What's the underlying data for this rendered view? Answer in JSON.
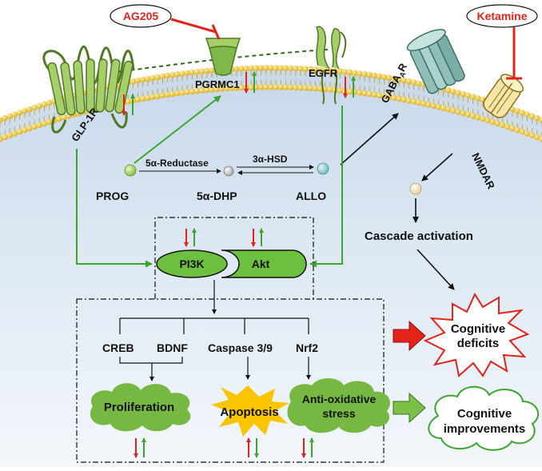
{
  "labels": {
    "ag205": "AG205",
    "ketamine": "Ketamine",
    "pgrmc1": "PGRMC1",
    "egfr": "EGFR",
    "glp1r": "GLP-1R",
    "gabaar_base": "GABA",
    "gabaar_sub": "A",
    "gabaar_tail": "R",
    "nmdar": "NMDAR",
    "prog": "PROG",
    "dhp": "5α-DHP",
    "allo": "ALLO",
    "reductase": "5α-Reductase",
    "hsd": "3α-HSD",
    "cascade": "Cascade activation",
    "pi3k": "PI3K",
    "akt": "Akt",
    "creb": "CREB",
    "bdnf": "BDNF",
    "caspase": "Caspase 3/9",
    "nrf2": "Nrf2",
    "proliferation": "Proliferation",
    "apoptosis": "Apoptosis",
    "antiox_line1": "Anti-oxidative",
    "antiox_line2": "stress",
    "deficits_line1": "Cognitive",
    "deficits_line2": "deficits",
    "improve_line1": "Cognitive",
    "improve_line2": "improvements"
  },
  "colors": {
    "green_arrow": "#3aa630",
    "red_arrow": "#e2231a",
    "inhibitor": "#e2231a",
    "receptor": "#a6cf6a",
    "receptor_dark": "#4f7a23",
    "gaba_receptor": "#8fbfb7",
    "membrane_head": "#f0d24b",
    "cloud_green": "#77b843",
    "apoptosis_star": "#f9c400",
    "background": "#d9e6f2"
  }
}
